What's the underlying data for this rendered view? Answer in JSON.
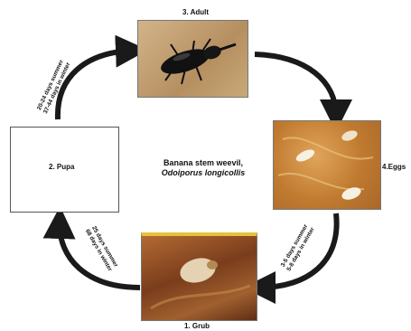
{
  "diagram": {
    "center": {
      "common_name": "Banana stem weevil,",
      "scientific_name": "Odoiporus longicollis"
    },
    "stages": [
      {
        "number": "3.",
        "label": "3. Adult",
        "image": "black-weevil-photo"
      },
      {
        "number": "4.",
        "label": "4.Eggs",
        "image": "eggs-on-tissue-photo"
      },
      {
        "number": "1.",
        "label": "1. Grub",
        "image": "grub-in-stem-photo"
      },
      {
        "number": "2.",
        "label": "2. Pupa",
        "image": "blank-box"
      }
    ],
    "durations": {
      "pupa_to_adult": [
        "20-24 days summer",
        "37-44 days in winter"
      ],
      "eggs_to_grub": [
        "3-5 days summer",
        "5-8 days in winter"
      ],
      "grub_to_pupa": [
        "25  days summer",
        "68 days in winter"
      ]
    },
    "colors": {
      "arrow": "#1a1a1a",
      "adult_bg": "#c4a57c",
      "eggs_bg": "#c98a3c",
      "grub_bg": "#8a4a24"
    }
  }
}
